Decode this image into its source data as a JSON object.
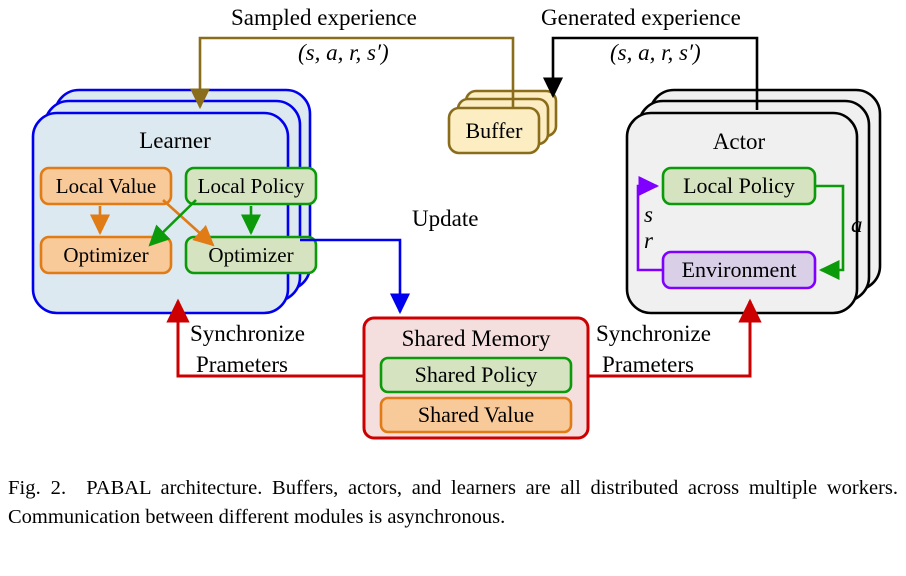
{
  "figure": {
    "caption_label": "Fig. 2.",
    "caption_text": "PABAL architecture. Buffers, actors, and learners are all distributed across multiple workers. Communication between different modules is asynchronous."
  },
  "colors": {
    "learner_border": "#0000ee",
    "learner_fill": "#dce9f0",
    "actor_border": "#000000",
    "actor_fill": "#f0f0f0",
    "buffer_border": "#8a6d1b",
    "buffer_fill": "#fdedc2",
    "orange_border": "#e07b16",
    "orange_fill": "#f8c999",
    "green_border": "#0a9a0a",
    "green_fill": "#d5e3c0",
    "purple_border": "#8000ff",
    "purple_fill": "#d9d0e8",
    "shared_border": "#cc0000",
    "shared_fill": "#f5dede",
    "sampled_arrow": "#8a6d1b",
    "generated_arrow": "#000000",
    "update_arrow": "#0000ee",
    "sync_arrow": "#cc0000"
  },
  "top_labels": {
    "sampled_experience": "Sampled experience",
    "sampled_tuple": "(s, a, r, s′)",
    "generated_experience": "Generated experience",
    "generated_tuple": "(s, a, r, s′)"
  },
  "learner": {
    "title": "Learner",
    "local_value": "Local Value",
    "value_optimizer": "Optimizer",
    "local_policy": "Local Policy",
    "policy_optimizer": "Optimizer"
  },
  "buffer": {
    "title": "Buffer"
  },
  "actor": {
    "title": "Actor",
    "local_policy": "Local Policy",
    "environment": "Environment",
    "state_label": "s",
    "reward_label": "r",
    "action_label": "a"
  },
  "shared_memory": {
    "title": "Shared Memory",
    "shared_policy": "Shared Policy",
    "shared_value": "Shared Value"
  },
  "edge_labels": {
    "update": "Update",
    "sync_left_line1": "Synchronize",
    "sync_left_line2": "Prameters",
    "sync_right_line1": "Synchronize",
    "sync_right_line2": "Prameters"
  }
}
